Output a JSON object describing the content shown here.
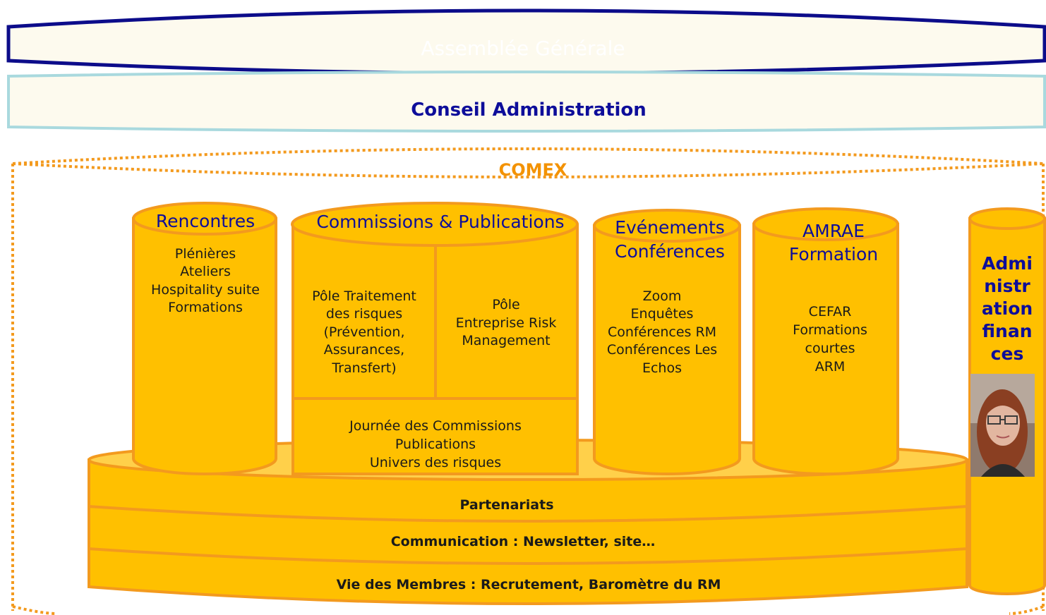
{
  "assemblee": {
    "label": "Assemblée Générale"
  },
  "conseil": {
    "label": "Conseil Administration"
  },
  "comex": {
    "label": "COMEX"
  },
  "rencontres": {
    "title": "Rencontres",
    "items": [
      "Plénières",
      "Ateliers",
      "Hospitality suite",
      "Formations"
    ]
  },
  "commissions": {
    "title": "Commissions & Publications",
    "pole_left": [
      "Pôle Traitement",
      "des risques",
      "(Prévention,",
      "Assurances,",
      "Transfert)"
    ],
    "pole_right": [
      "Pôle",
      "Entreprise Risk",
      "Management"
    ],
    "bottom": [
      "Journée des Commissions",
      "Publications",
      "Univers des risques"
    ]
  },
  "evenements": {
    "title": [
      "Evénements",
      "Conférences"
    ],
    "items": [
      "Zoom",
      "Enquêtes",
      "Conférences RM",
      "Conférences Les",
      "Echos"
    ]
  },
  "formation": {
    "title": [
      "AMRAE",
      "Formation"
    ],
    "items": [
      "CEFAR",
      "Formations",
      "courtes",
      "ARM"
    ]
  },
  "admin": {
    "title": [
      "Admi",
      "nistr",
      "ation",
      "finan",
      "ces"
    ],
    "photo": "portrait-photo"
  },
  "base": {
    "partenariats": "Partenariats",
    "communication": "Communication : Newsletter, site…",
    "vie_membres": "Vie des Membres : Recrutement, Baromètre du RM"
  },
  "colors": {
    "gold": "#ffc000",
    "gold_border": "#f39a1e",
    "navy": "#0d0d9a",
    "cream": "#fdfaef",
    "comex_orange": "#f39200"
  }
}
